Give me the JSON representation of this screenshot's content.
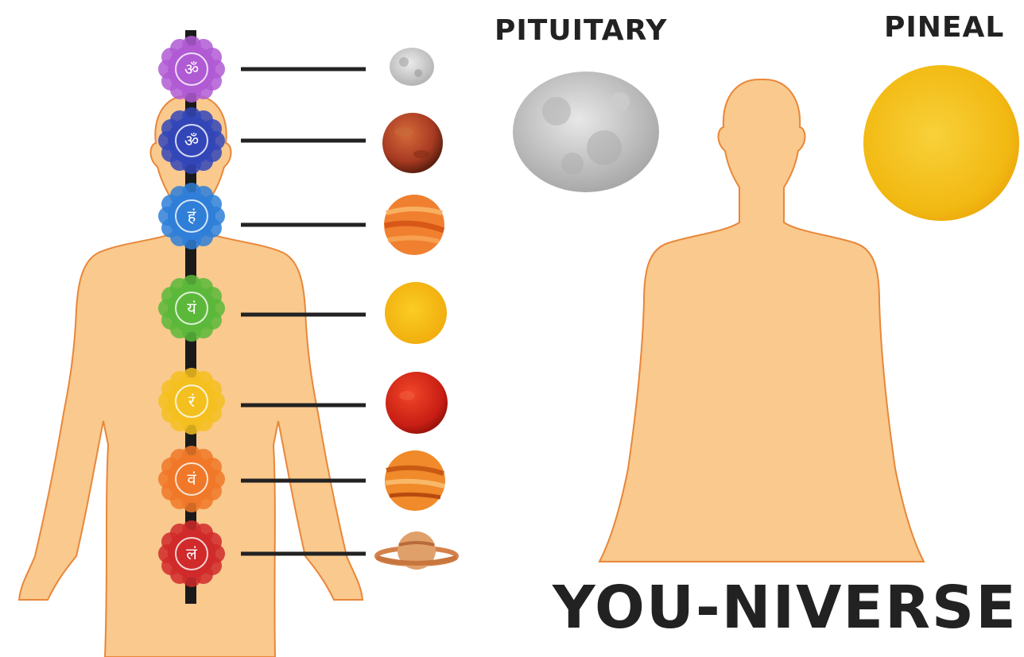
{
  "labels": {
    "pituitary": "PITUITARY",
    "pineal": "PINEAL",
    "title": "YOU-NIVERSE"
  },
  "colors": {
    "skin": "#f9c98e",
    "skin_outline": "#e8873a",
    "spine": "#1a1a1a",
    "connector": "#222222",
    "heading": "#222222"
  },
  "chakras": [
    {
      "name": "crown",
      "symbol": "ॐ",
      "color": "#b05ad4",
      "planet": "moon"
    },
    {
      "name": "third-eye",
      "symbol": "ॐ",
      "color": "#3346b8",
      "planet": "mars"
    },
    {
      "name": "throat",
      "symbol": "हं",
      "color": "#2f7fd8",
      "planet": "jupiter"
    },
    {
      "name": "heart",
      "symbol": "यं",
      "color": "#5bb83a",
      "planet": "sun"
    },
    {
      "name": "solar-plexus",
      "symbol": "रं",
      "color": "#f4c020",
      "planet": "red-planet"
    },
    {
      "name": "sacral",
      "symbol": "वं",
      "color": "#f07828",
      "planet": "orange-planet"
    },
    {
      "name": "root",
      "symbol": "लं",
      "color": "#d02a2a",
      "planet": "saturn"
    }
  ],
  "icons": {
    "moon_small": "moon-icon",
    "moon_large": "moon-icon",
    "sun_large": "sun-icon"
  }
}
